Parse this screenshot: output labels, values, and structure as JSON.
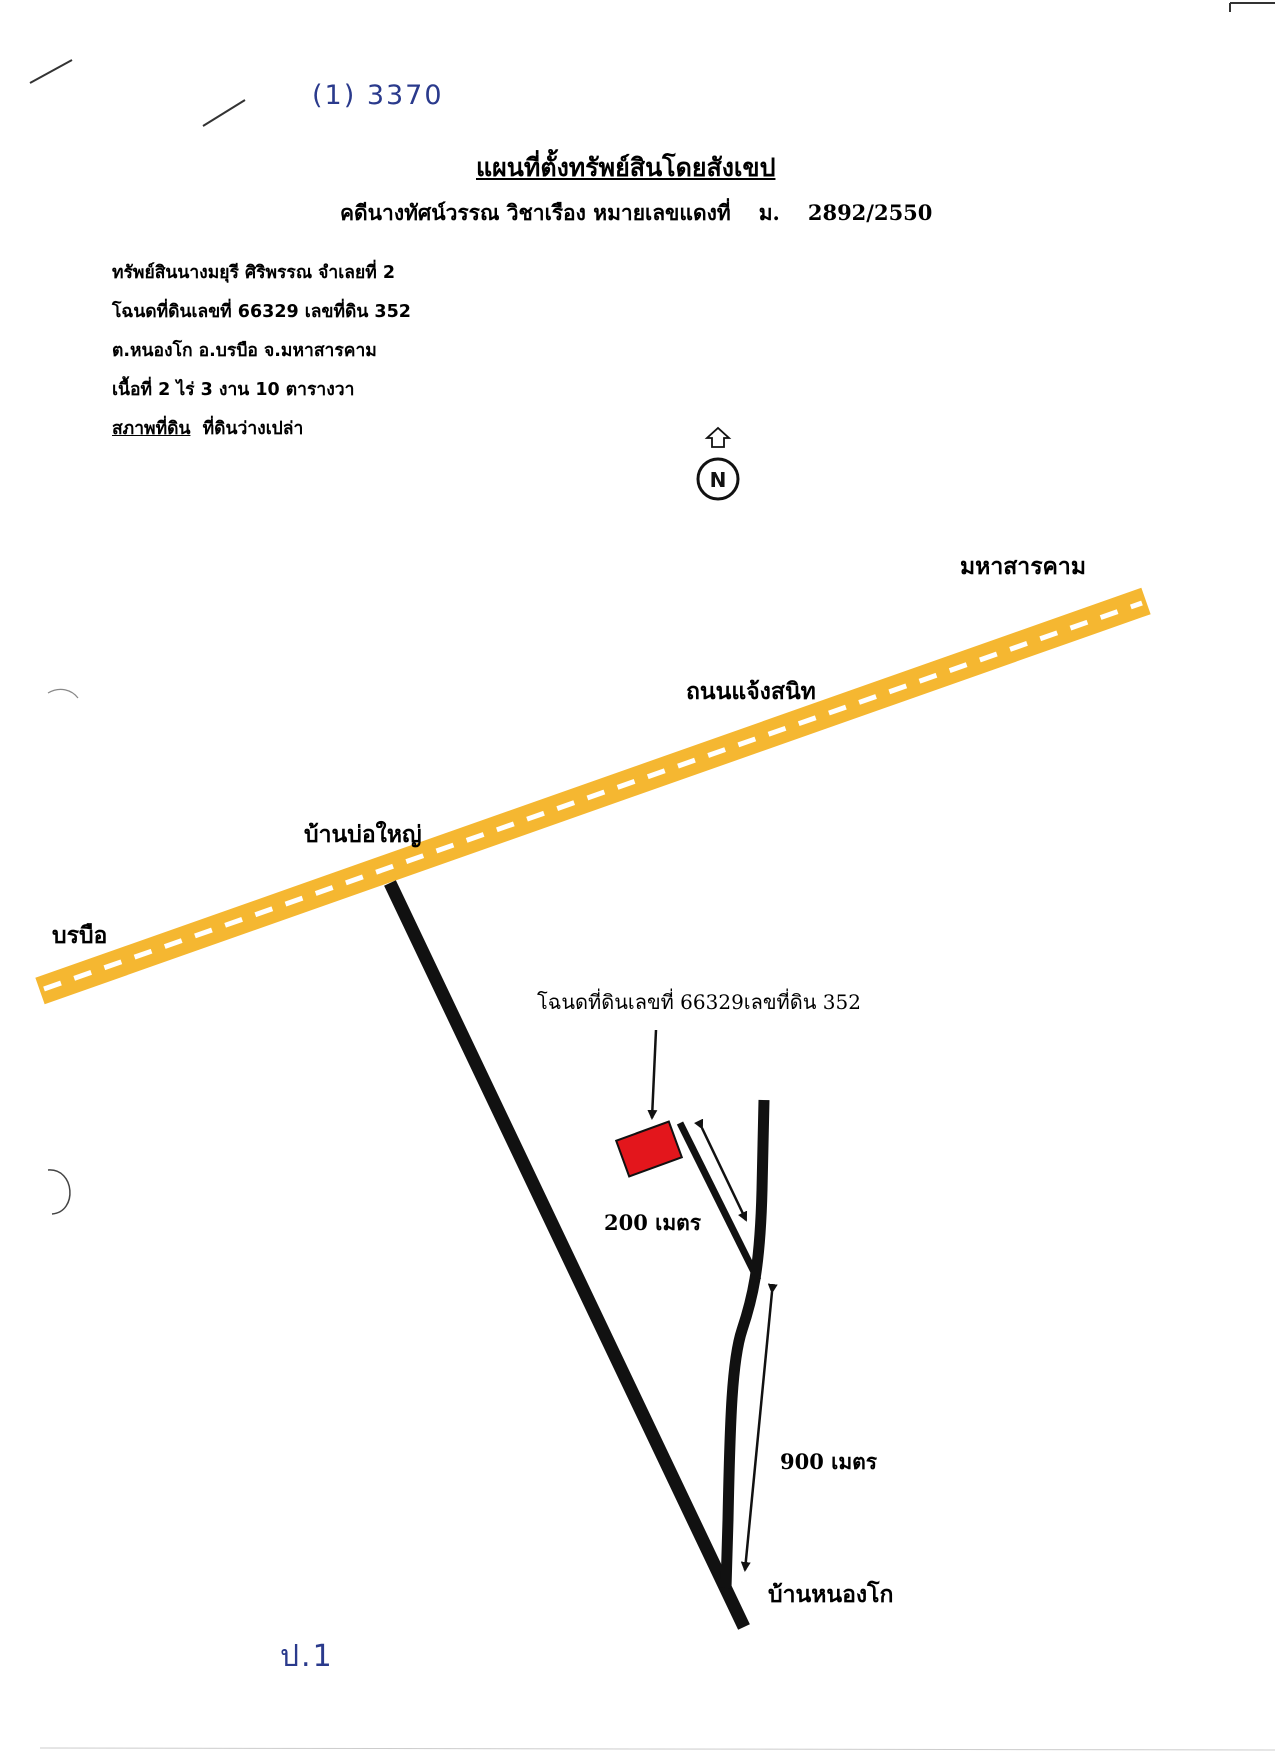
{
  "handwritten": {
    "top_note": "(1) 3370",
    "bottom_note": "ป.1"
  },
  "header": {
    "title": "แผนที่ตั้งทรัพย์สินโดยสังเขป",
    "case_prefix": "คดีนางทัศน์วรรณ วิชาเรือง หมายเลขแดงที่",
    "case_type": "ม.",
    "case_number": "2892/2550"
  },
  "property_info": {
    "line1": "ทรัพย์สินนางมยุรี ศิริพรรณ  จำเลยที่ 2",
    "line2": "โฉนดที่ดินเลขที่  66329 เลขที่ดิน 352",
    "line3": "ต.หนองโก  อ.บรบือ  จ.มหาสารคาม",
    "line4": "เนื้อที่  2 ไร่  3    งาน  10    ตารางวา",
    "condition_label": "สภาพที่ดิน",
    "condition_value": "ที่ดินว่างเปล่า"
  },
  "compass": {
    "letter": "N"
  },
  "map_labels": {
    "maha_sarakham": "มหาสารคาม",
    "road_name": "ถนนแจ้งสนิท",
    "ban_bo_yai": "บ้านบ่อใหญ่",
    "borabue": "บรบือ",
    "deed_label": "โฉนดที่ดินเลขที่ 66329เลขที่ดิน 352",
    "distance_200": "200 เมตร",
    "distance_900": "900 เมตร",
    "ban_nong_ko": "บ้านหนองโก"
  },
  "colors": {
    "highway": "#f5b731",
    "road": "#111111",
    "parcel": "#e3161c",
    "handwriting": "#2a3a8c"
  }
}
